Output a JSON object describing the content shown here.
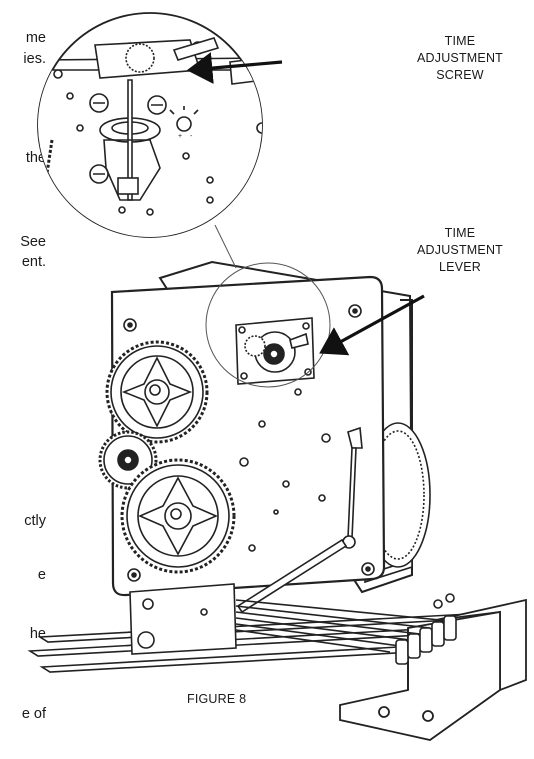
{
  "left_text_fragments": [
    "me",
    "ies.",
    "the",
    "See",
    "ent.",
    "ctly",
    "e",
    "he",
    "e of"
  ],
  "callouts": {
    "screw": [
      "TIME",
      "ADJUSTMENT",
      "SCREW"
    ],
    "lever": [
      "TIME",
      "ADJUSTMENT",
      "LEVER"
    ]
  },
  "figure_caption": "FIGURE 8"
}
